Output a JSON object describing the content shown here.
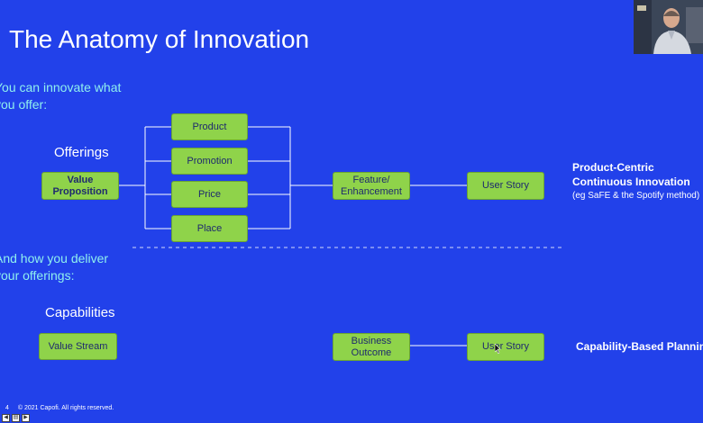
{
  "slide": {
    "title": "The Anatomy of Innovation",
    "offer_text_1": "You can innovate what",
    "offer_text_2": "you offer:",
    "deliver_text_1": "And how you deliver",
    "deliver_text_2": "your offerings:",
    "offerings_label": "Offerings",
    "capabilities_label": "Capabilities",
    "value_proposition": "Value Proposition",
    "product": "Product",
    "promotion": "Promotion",
    "price": "Price",
    "place": "Place",
    "feature": "Feature/ Enhancement",
    "user_story_top": "User Story",
    "value_stream": "Value Stream",
    "business_outcome": "Business Outcome",
    "user_story_bottom": "User Story",
    "product_centric_1": "Product-Centric",
    "product_centric_2": "Continuous Innovation",
    "product_centric_note": "(eg SaFE & the Spotify method)",
    "capability_based": "Capability-Based Planning",
    "footer_page": "4",
    "footer_copyright": "© 2021 Capofi. All rights reserved."
  },
  "colors": {
    "background": "#2241ea",
    "box_fill": "#8fd34a",
    "accent_text": "#8ff0ee"
  },
  "icons": [
    "webcam-presenter-video",
    "slide-nav-icons",
    "mouse-cursor-icon"
  ]
}
